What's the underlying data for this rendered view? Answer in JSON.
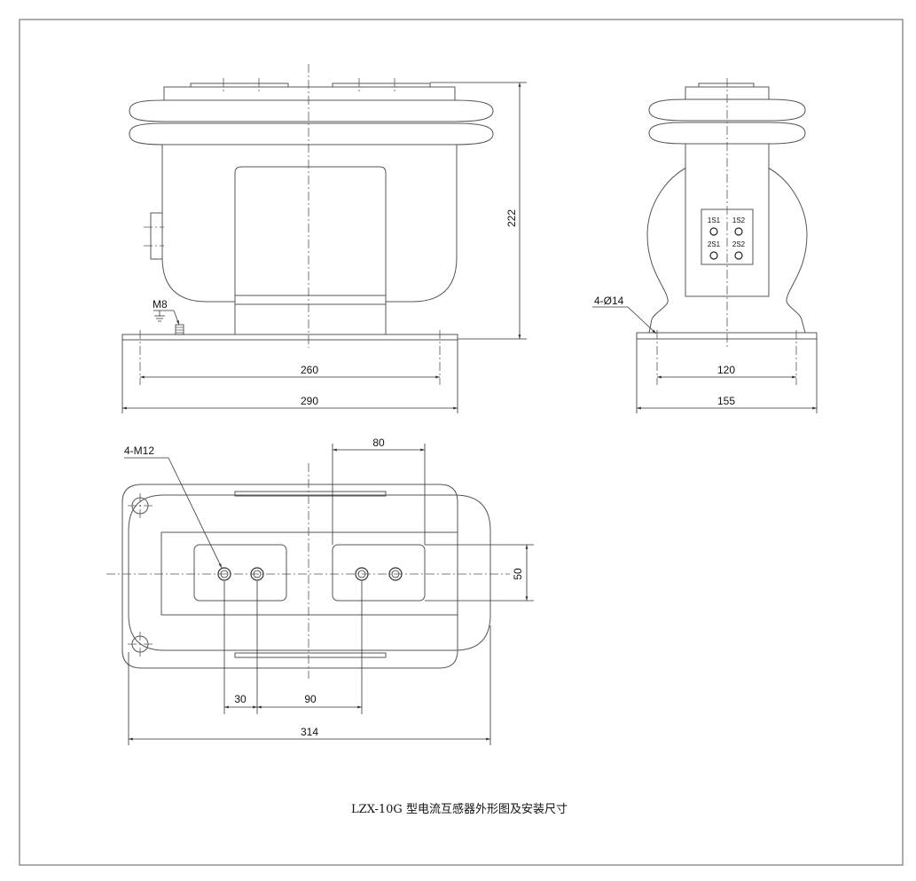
{
  "drawing": {
    "caption": "LZX-10G 型电流互感器外形图及安装尺寸",
    "front_view": {
      "height_label": "222",
      "ground_label": "M8",
      "bolt_spacing_label": "260",
      "base_width_label": "290"
    },
    "side_view": {
      "hole_label": "4-Ø14",
      "bolt_spacing_label": "120",
      "base_width_label": "155",
      "terminals": [
        "1S1",
        "1S2",
        "2S1",
        "2S2"
      ]
    },
    "plan_view": {
      "thread_label": "4-M12",
      "window_width_label": "80",
      "window_height_label": "50",
      "pitch_small_label": "30",
      "pitch_large_label": "90",
      "overall_length_label": "314"
    }
  }
}
